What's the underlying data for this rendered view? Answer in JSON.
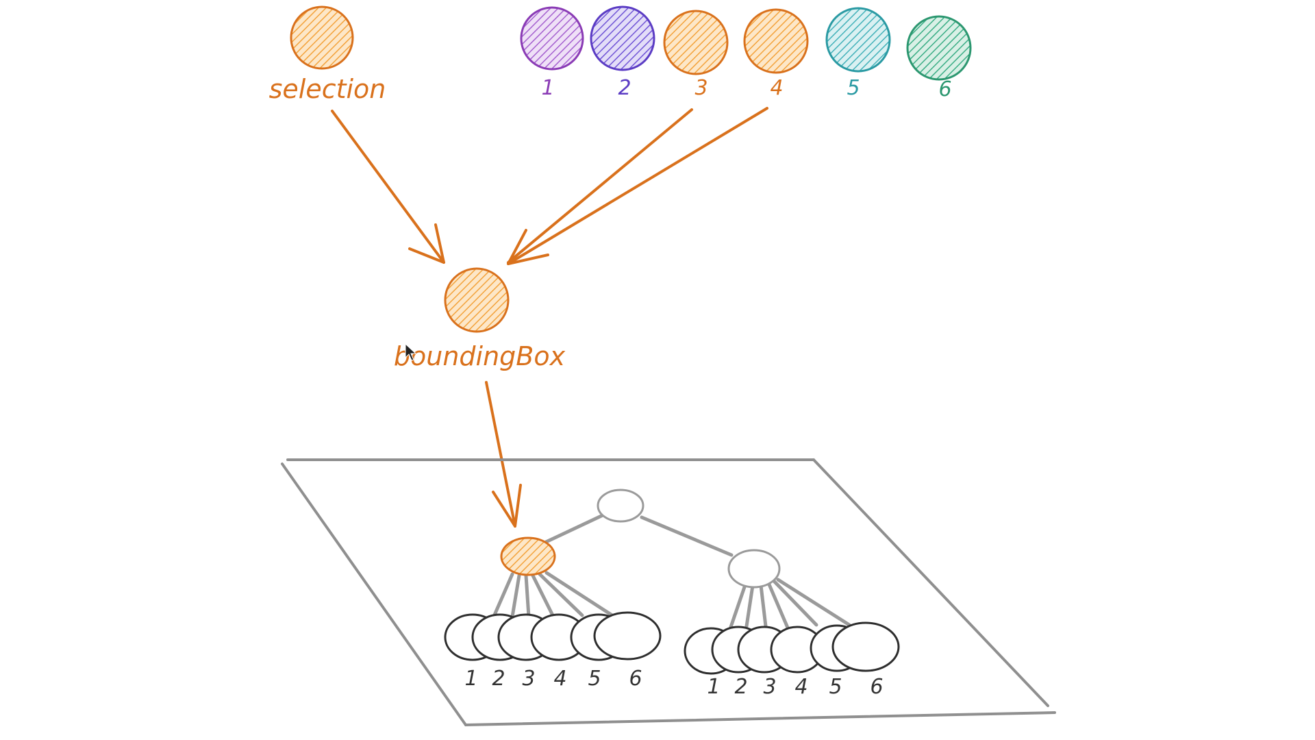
{
  "colors": {
    "orange_fill": "#f6a33c",
    "orange_stroke": "#d9711c",
    "purple": "#8a3bb5",
    "indigo": "#5b3cc4",
    "teal": "#2a9aa3",
    "green": "#2c9770",
    "gray": "#8f8f8f",
    "dark": "#2e2e2e"
  },
  "labels": {
    "selection": "selection",
    "bounding_box": "boundingBox"
  },
  "top_items": [
    {
      "label": "1",
      "color": "purple"
    },
    {
      "label": "2",
      "color": "indigo"
    },
    {
      "label": "3",
      "color": "orange"
    },
    {
      "label": "4",
      "color": "orange"
    },
    {
      "label": "5",
      "color": "teal"
    },
    {
      "label": "6",
      "color": "green"
    }
  ],
  "tree": {
    "left_leaves": [
      "1",
      "2",
      "3",
      "4",
      "5",
      "6"
    ],
    "right_leaves": [
      "1",
      "2",
      "3",
      "4",
      "5",
      "6"
    ]
  }
}
